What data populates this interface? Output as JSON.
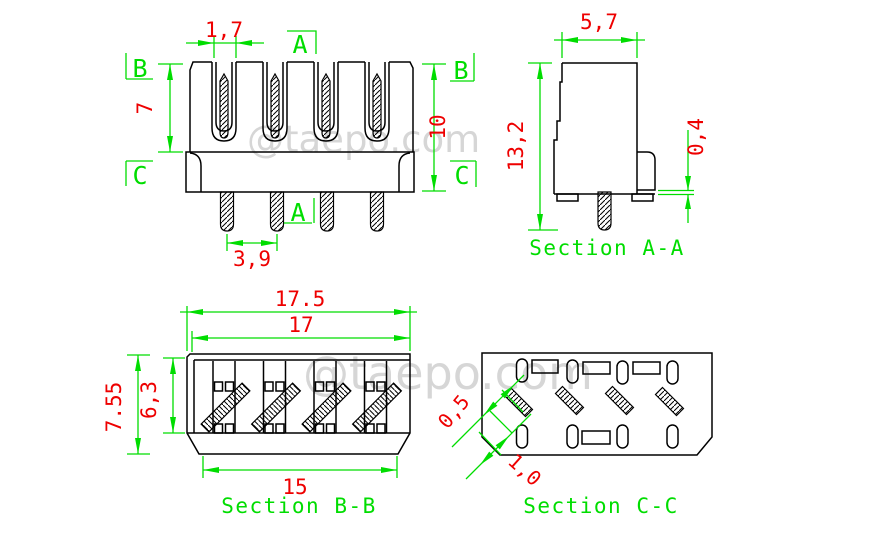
{
  "drawing": {
    "watermark": "@taepo.com",
    "front_view": {
      "marker_a": "A",
      "marker_b": "B",
      "marker_c": "C",
      "dim_slot_width": "1,7",
      "dim_body_height": "7",
      "dim_total_height": "10",
      "dim_pin_pitch": "3,9"
    },
    "section_aa": {
      "title": "Section A-A",
      "dim_width": "5,7",
      "dim_height": "13,2",
      "dim_gap": "0,4"
    },
    "section_bb": {
      "title": "Section B-B",
      "dim_outer_width": "17.5",
      "dim_inner_width": "17",
      "dim_bottom_width": "15",
      "dim_outer_height": "7.55",
      "dim_inner_height": "6,3"
    },
    "section_cc": {
      "title": "Section C-C",
      "dim_small": "0,5",
      "dim_large": "1,0"
    },
    "colors": {
      "outline": "#000000",
      "dimension_green": "#00dd00",
      "dimension_text_red": "#ee0000",
      "watermark_gray": "#d6d6d6",
      "background": "#ffffff"
    }
  }
}
